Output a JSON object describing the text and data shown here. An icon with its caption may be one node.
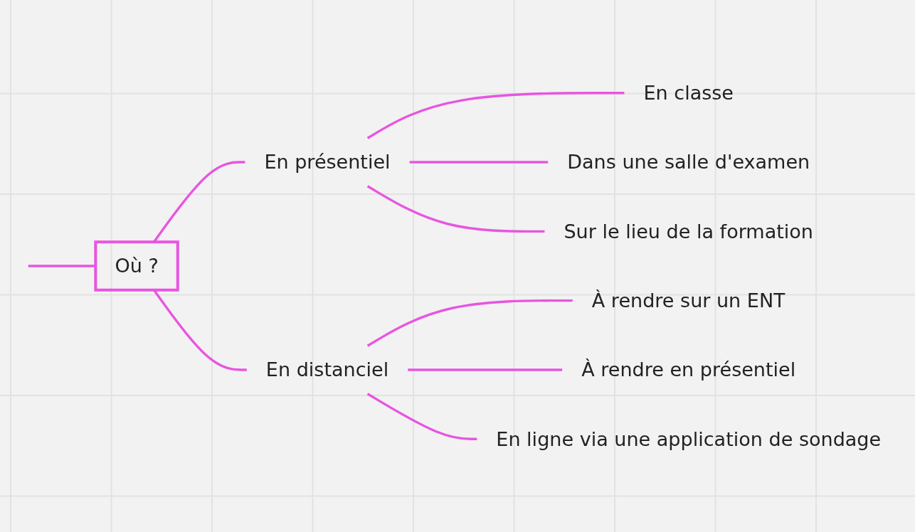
{
  "diagram": {
    "nodes": [
      {
        "text": [
          "Où ?"
        ]
      },
      {
        "text": [
          "En présentiel"
        ]
      },
      {
        "text": [
          "En classe"
        ]
      },
      {
        "text": [
          "Dans une salle d'examen"
        ]
      },
      {
        "text": [
          "Sur le lieu de la formation"
        ]
      },
      {
        "text": [
          "En distanciel"
        ]
      },
      {
        "text": [
          "À rendre sur un ENT"
        ]
      },
      {
        "text": [
          "À rendre en présentiel"
        ]
      },
      {
        "text": [
          "En ligne via une application de sondage"
        ]
      }
    ],
    "edges": [
      {
        "from": null,
        "to": 0,
        "arrow": "none"
      },
      {
        "from": 0,
        "to": 1,
        "arrow": "none"
      },
      {
        "from": 1,
        "to": 2,
        "arrow": "none"
      },
      {
        "from": 1,
        "to": 3,
        "arrow": "none"
      },
      {
        "from": 1,
        "to": 4,
        "arrow": "none"
      },
      {
        "from": 0,
        "to": 5,
        "arrow": "none"
      },
      {
        "from": 5,
        "to": 6,
        "arrow": "none"
      },
      {
        "from": 5,
        "to": 7,
        "arrow": "none"
      },
      {
        "from": 5,
        "to": 8,
        "arrow": "none"
      }
    ]
  }
}
